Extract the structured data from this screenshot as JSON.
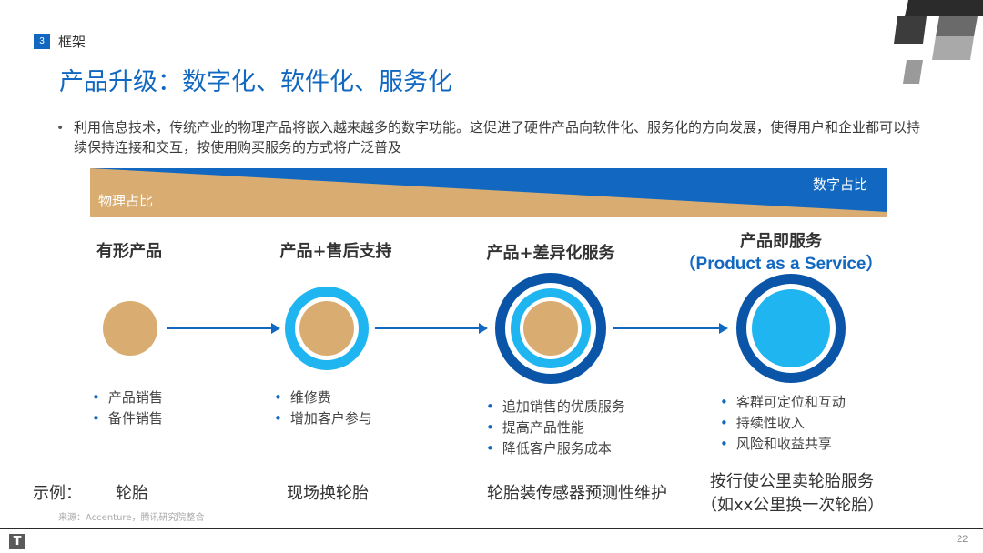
{
  "header": {
    "section_number": "3",
    "section_label": "框架",
    "title": "产品升级：数字化、软件化、服务化"
  },
  "intro": {
    "bullet": "•",
    "text": "利用信息技术，传统产业的物理产品将嵌入越来越多的数字功能。这促进了硬件产品向软件化、服务化的方向发展，使得用户和企业都可以持续保持连接和交互，按使用购买服务的方式将广泛普及"
  },
  "gradient_bar": {
    "physical_label": "物理占比",
    "digital_label": "数字占比",
    "physical_color": "#d9ad71",
    "digital_color": "#1268c0"
  },
  "colors": {
    "accent": "#1268c0",
    "tan": "#d9ad71",
    "cyan": "#1fb5f0",
    "navy": "#0a55a8"
  },
  "stages": [
    {
      "title": "有形产品",
      "features": [
        "产品销售",
        "备件销售"
      ],
      "example": "轮胎"
    },
    {
      "title": "产品+售后支持",
      "features": [
        "维修费",
        "增加客户参与"
      ],
      "example": "现场换轮胎"
    },
    {
      "title": "产品+差异化服务",
      "features": [
        "追加销售的优质服务",
        "提高产品性能",
        "降低客户服务成本"
      ],
      "example": "轮胎装传感器预测性维护"
    },
    {
      "title": "产品即服务",
      "subtitle": "（Product as a Service）",
      "features": [
        "客群可定位和互动",
        "持续性收入",
        "风险和收益共享"
      ],
      "example": "按行使公里卖轮胎服务",
      "example_sub": "（如xx公里换一次轮胎）"
    }
  ],
  "example_label": "示例：",
  "footer": {
    "source": "来源：Accenture，腾讯研究院整合",
    "logo_glyph": "T",
    "page_number": "22"
  }
}
